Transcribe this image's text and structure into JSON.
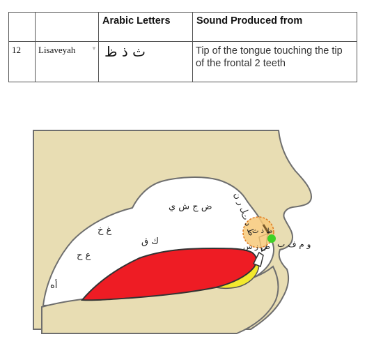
{
  "table": {
    "headers": [
      "",
      "",
      "Arabic Letters",
      "Sound Produced from"
    ],
    "row": {
      "number": "12",
      "name": "Lisaveyah",
      "letters": "ث ذ ظ",
      "description": "Tip of the tongue touching the tip of the frontal 2 teeth"
    }
  },
  "diagram": {
    "labels": {
      "throat_low": "أه",
      "throat_mid": "ع ح",
      "throat_high": "غ خ",
      "back_tongue": "ك ق",
      "mid_tongue": "ض ج ش ي",
      "tongue_tip_upper": "ل ر ن",
      "tongue_tip_ridge": "ط د ت",
      "target": "ظ ذ ث",
      "tongue_tip_lower": "ص ز س",
      "lips": "و م ف ب"
    },
    "colors": {
      "skin": "#e8ddb3",
      "tongue": "#ee1c24",
      "lower_lip": "#f2e92e",
      "target_circle": "#f7c979",
      "contact_point": "#3fd126"
    }
  }
}
